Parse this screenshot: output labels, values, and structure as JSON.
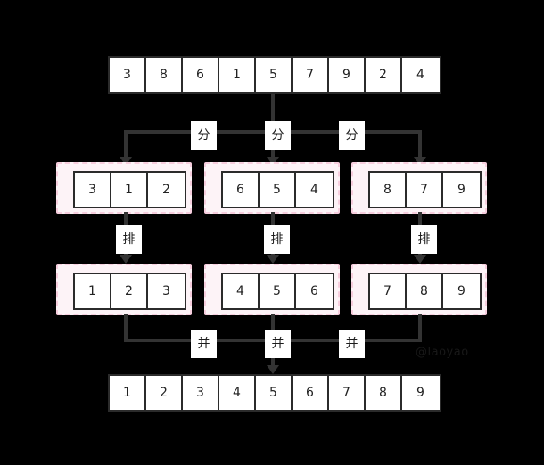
{
  "diagram": {
    "title": "merge-sort-illustration",
    "background_color": "#000000",
    "cell_fill": "#ffffff",
    "cell_border": "#2b2b2b",
    "group_border_color": "#f7cede",
    "group_fill": "#fdf3f7",
    "connector_color": "#333333"
  },
  "top_array": {
    "name": "unsorted-input-array",
    "values": [
      "3",
      "8",
      "6",
      "1",
      "5",
      "7",
      "9",
      "2",
      "4"
    ]
  },
  "divide_labels": [
    "分",
    "分",
    "分"
  ],
  "sort_labels": [
    "排",
    "排",
    "排"
  ],
  "merge_labels": [
    "并",
    "并",
    "并"
  ],
  "split_groups": [
    {
      "name": "split-group-1",
      "values": [
        "3",
        "1",
        "2"
      ]
    },
    {
      "name": "split-group-2",
      "values": [
        "6",
        "5",
        "4"
      ]
    },
    {
      "name": "split-group-3",
      "values": [
        "8",
        "7",
        "9"
      ]
    }
  ],
  "sorted_groups": [
    {
      "name": "sorted-group-1",
      "values": [
        "1",
        "2",
        "3"
      ]
    },
    {
      "name": "sorted-group-2",
      "values": [
        "4",
        "5",
        "6"
      ]
    },
    {
      "name": "sorted-group-3",
      "values": [
        "7",
        "8",
        "9"
      ]
    }
  ],
  "bottom_array": {
    "name": "sorted-output-array",
    "values": [
      "1",
      "2",
      "3",
      "4",
      "5",
      "6",
      "7",
      "8",
      "9"
    ]
  },
  "watermark": "@laoyao"
}
